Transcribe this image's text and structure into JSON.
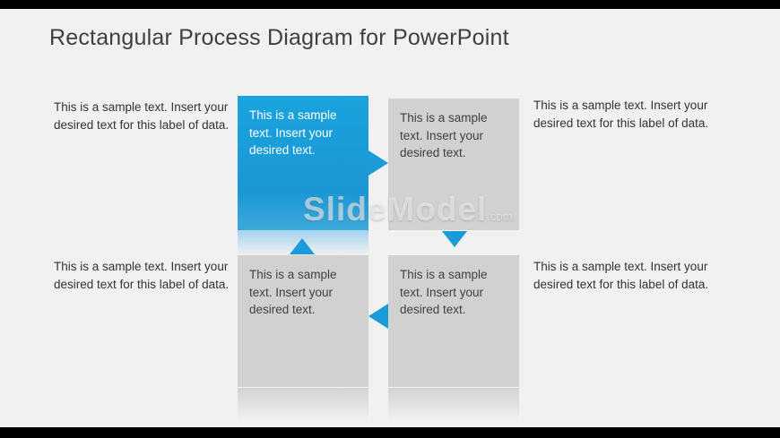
{
  "slide": {
    "title": "Rectangular Process Diagram for PowerPoint",
    "watermark": "SlideModel",
    "watermark_suffix": ".com"
  },
  "colors": {
    "accent_blue": "#1b9cd8",
    "box_gray": "#d1d1d1",
    "background": "#f1f1f1",
    "letterbox_black": "#000000",
    "title_gray": "#3f3f3f"
  },
  "side_labels": [
    {
      "id": "left-top",
      "text": "This is a sample text. Insert your desired text for this label of data."
    },
    {
      "id": "right-top",
      "text": "This is a sample text. Insert your desired text for this label of data."
    },
    {
      "id": "left-bottom",
      "text": "This is a sample text. Insert your desired text for this label of data."
    },
    {
      "id": "right-bottom",
      "text": "This is a sample text. Insert your desired text for this label of data."
    }
  ],
  "process_boxes": [
    {
      "id": "step-1",
      "highlighted": true,
      "text": "This is a sample text. Insert your desired text."
    },
    {
      "id": "step-2",
      "highlighted": false,
      "text": "This is a sample text. Insert your desired text."
    },
    {
      "id": "step-3",
      "highlighted": false,
      "text": "This is a sample text. Insert your desired text."
    },
    {
      "id": "step-4",
      "highlighted": false,
      "text": "This is a sample text. Insert your desired text."
    }
  ],
  "flow": {
    "direction": "clockwise",
    "arrows": [
      "right",
      "down",
      "left",
      "up"
    ]
  }
}
